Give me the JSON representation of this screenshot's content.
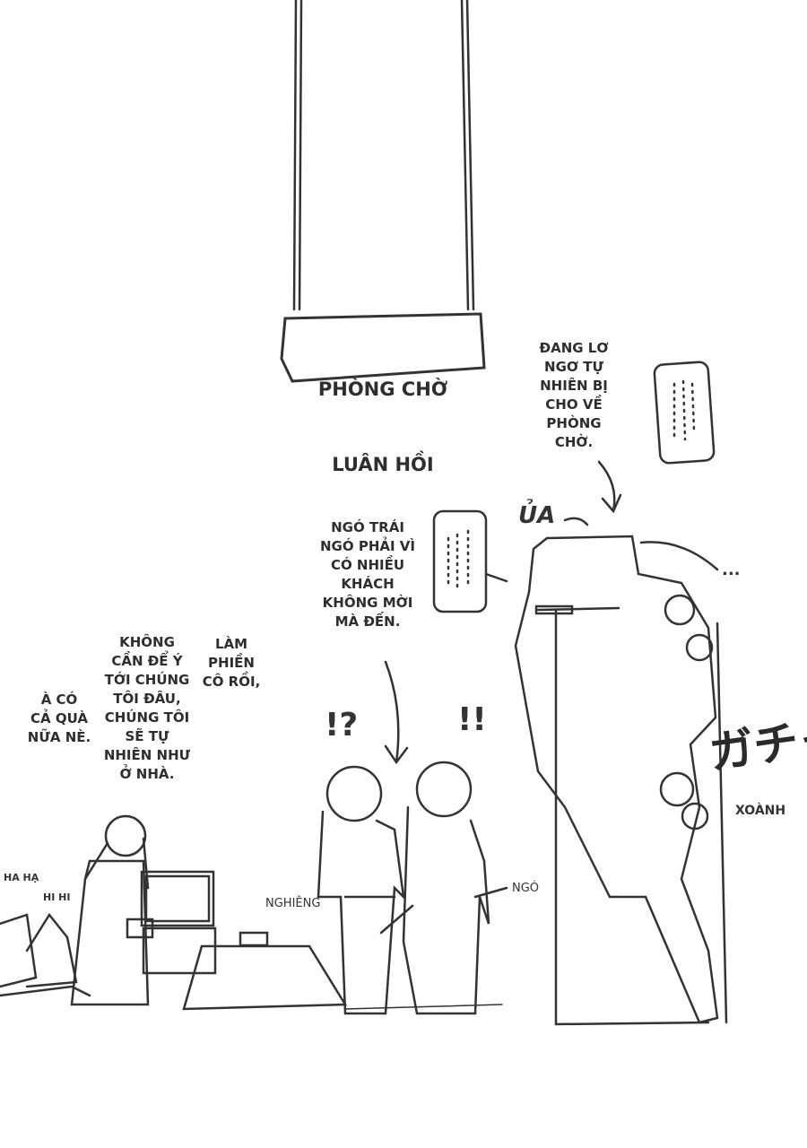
{
  "sign": {
    "line1": "PHÒNG CHỜ",
    "line2": "LUÂN HỒI"
  },
  "narration": {
    "robot": "ĐANG LƠ\nNGƠ TỰ\nNHIÊN BỊ\nCHO VỀ\nPHÒNG\nCHỜ.",
    "samurai": "NGÓ TRÁI\nNGÓ PHẢI VÌ\nCÓ NHIỀU\nKHÁCH\nKHÔNG MỜI\nMÀ ĐẾN."
  },
  "dialogue": {
    "gift": "À CÓ\nCẢ QUÀ\nNỮA NÈ.",
    "dont_mind": "KHÔNG\nCẦN ĐỂ Ý\nTỚI CHÚNG\nTÔI ĐÂU,\nCHÚNG TÔI\nSẼ TỰ\nNHIÊN NHƯ\nỞ NHÀ.",
    "sorry": "LÀM\nPHIỀN\nCÔ RỒI,"
  },
  "sfx": {
    "ua": "ỦA",
    "trail": "...",
    "question": "!?",
    "exclaim": "!!",
    "gacha_jp": "ガチャ",
    "gacha_vi": "XOÀNH",
    "haha": "HA HẠ",
    "hihi": "HI HI",
    "tilt": "NGHIÊNG",
    "look": "NGÓ"
  }
}
